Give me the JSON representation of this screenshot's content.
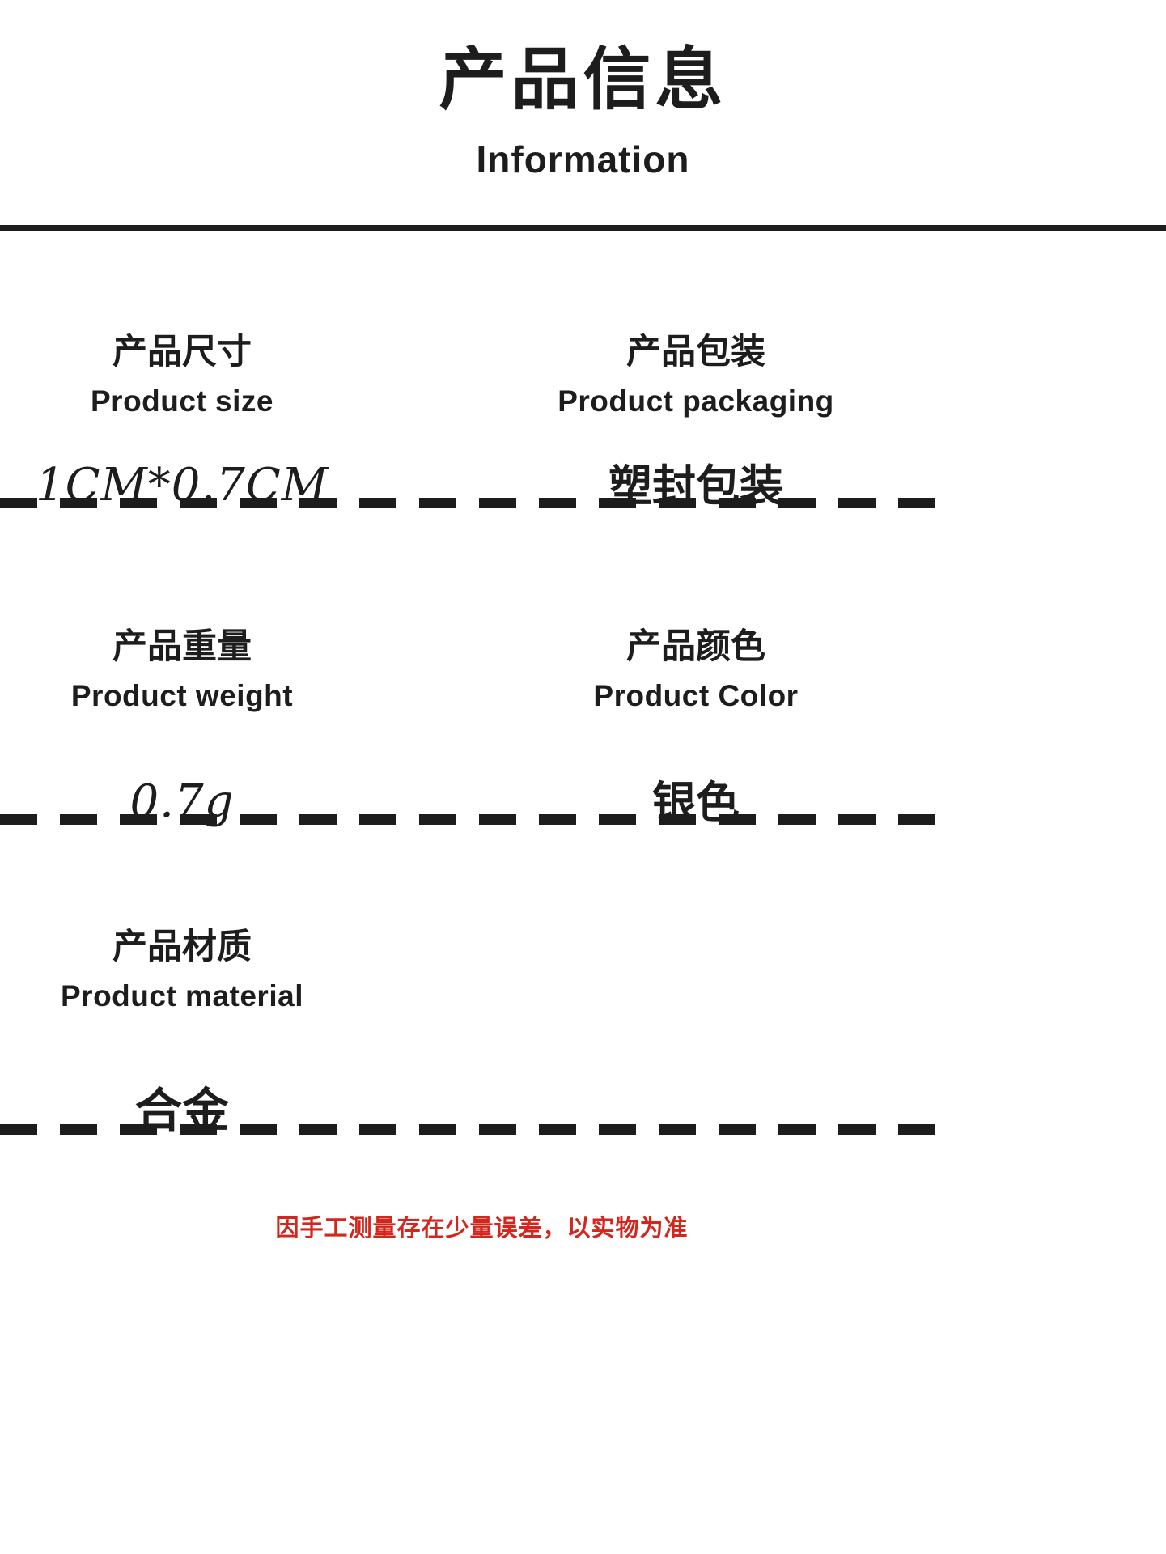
{
  "header": {
    "title_zh": "产品信息",
    "title_en": "Information"
  },
  "fields": [
    {
      "label_zh": "产品尺寸",
      "label_en": "Product size",
      "value": "1CM*0.7CM"
    },
    {
      "label_zh": "产品包装",
      "label_en": "Product packaging",
      "value": "塑封包装"
    },
    {
      "label_zh": "产品重量",
      "label_en": "Product weight",
      "value": "0.7g"
    },
    {
      "label_zh": "产品颜色",
      "label_en": "Product Color",
      "value": "银色"
    },
    {
      "label_zh": "产品材质",
      "label_en": "Product material",
      "value": "合金"
    }
  ],
  "footer": {
    "note": "因手工测量存在少量误差，以实物为准"
  },
  "colors": {
    "text": "#1d1d1d",
    "footer_red": "#d3261d",
    "background": "#ffffff"
  }
}
